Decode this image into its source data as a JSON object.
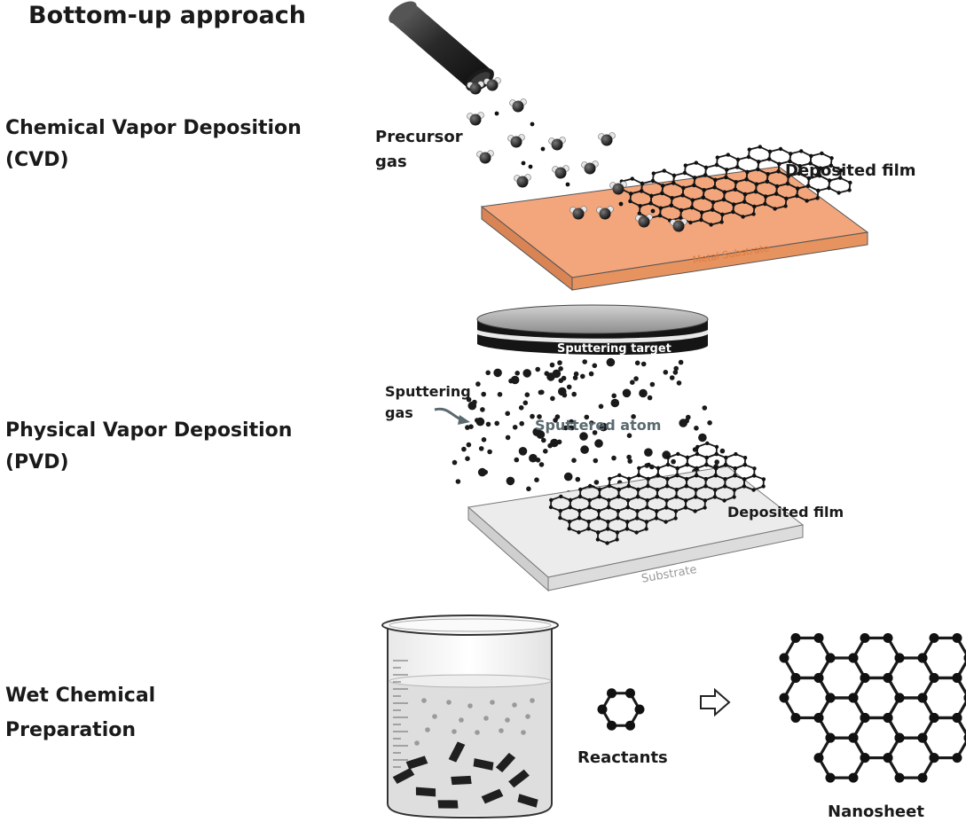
{
  "title": "Bottom-up approach",
  "methods": {
    "cvd": {
      "line1": "Chemical Vapor Deposition",
      "line2": "(CVD)"
    },
    "pvd": {
      "line1": "Physical Vapor Deposition",
      "line2": "(PVD)"
    },
    "wet": {
      "line1": "Wet Chemical",
      "line2": "Preparation"
    }
  },
  "cvd_panel": {
    "precursor_line1": "Precursor",
    "precursor_line2": "gas",
    "deposited_film": "Deposited film",
    "substrate": "Metal Substrate"
  },
  "pvd_panel": {
    "target": "Sputtering target",
    "gas_line1": "Sputtering",
    "gas_line2": "gas",
    "sputtered_atom": "Sputtered atom",
    "deposited_film": "Deposited film",
    "substrate": "Substrate"
  },
  "wet_panel": {
    "reactants": "Reactants",
    "nanosheet": "Nanosheet"
  },
  "colors": {
    "metal_substrate": "#f3a67c",
    "metal_label": "#e07a3c",
    "plain_substrate": "#ececec",
    "substrate_label": "#9a9a9a",
    "atom": "#1a1a1a"
  }
}
